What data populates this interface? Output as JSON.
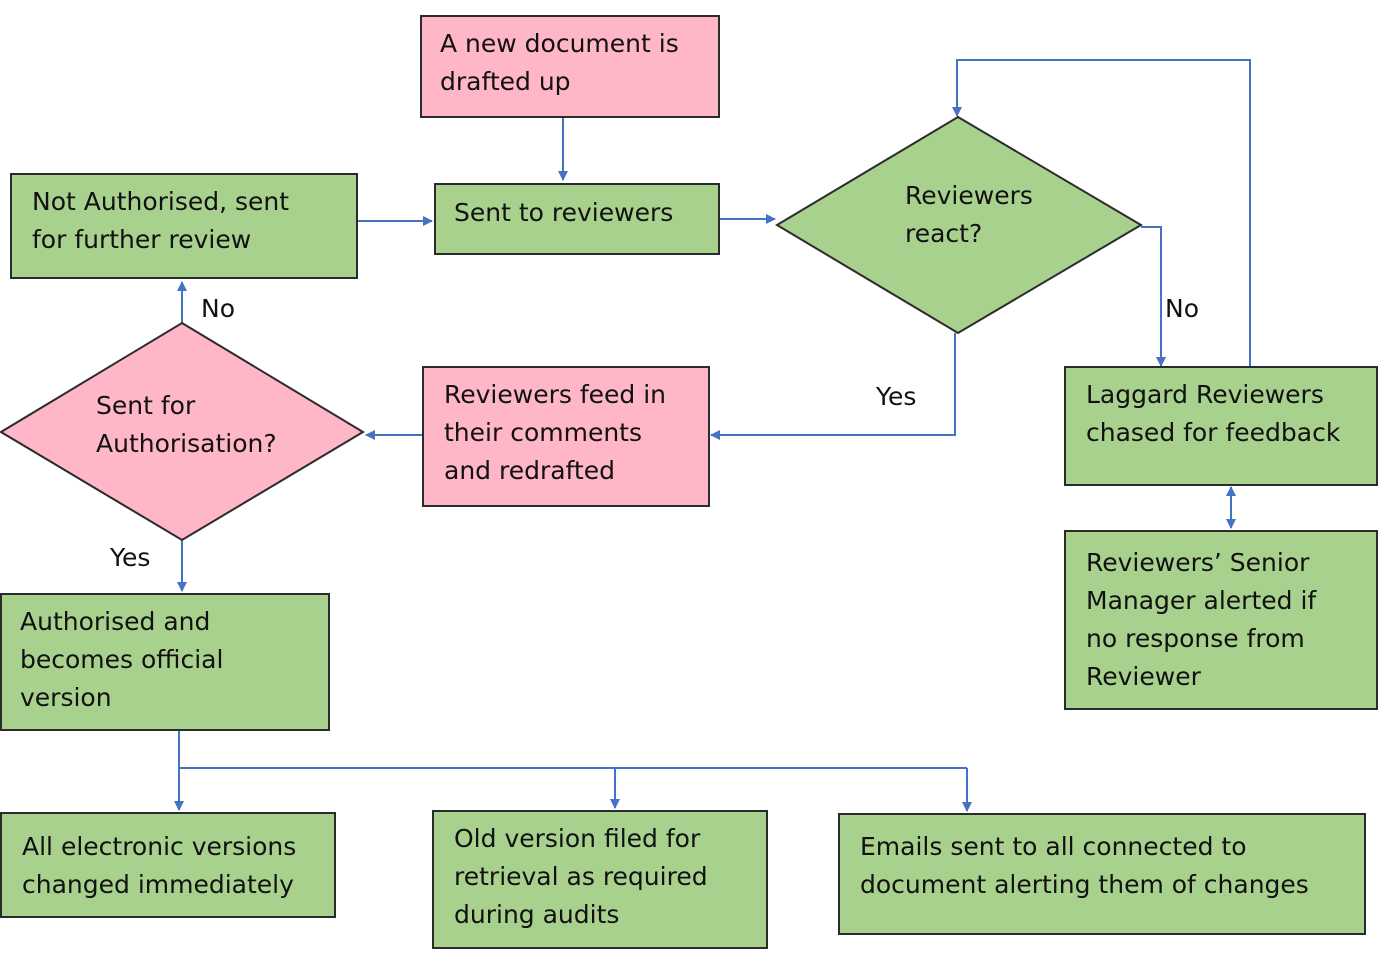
{
  "colors": {
    "process_fill": "#a9d18e",
    "highlight_fill": "#ffb6c6",
    "connector": "#4472c4",
    "border": "#2b2b2b"
  },
  "nodes": {
    "new_document": "A new document is\ndrafted up",
    "sent_to_reviewers": "Sent to reviewers",
    "not_authorised": "Not Authorised, sent\nfor further review",
    "reviewers_react": "Reviewers\nreact?",
    "laggard_reviewers": "Laggard Reviewers\nchased for feedback",
    "senior_manager": "Reviewers’ Senior\nManager alerted if\nno response from\nReviewer",
    "feed_comments": "Reviewers feed in\ntheir comments\nand redrafted",
    "sent_for_authorisation": "Sent for\nAuthorisation?",
    "authorised": "Authorised and\nbecomes official\nversion",
    "electronic_versions": "All electronic versions\nchanged immediately",
    "old_version": "Old version filed for\nretrieval as required\nduring audits",
    "emails_sent": "Emails sent to all connected to\ndocument alerting them of changes"
  },
  "edge_labels": {
    "react_no": "No",
    "react_yes": "Yes",
    "auth_no": "No",
    "auth_yes": "Yes"
  }
}
